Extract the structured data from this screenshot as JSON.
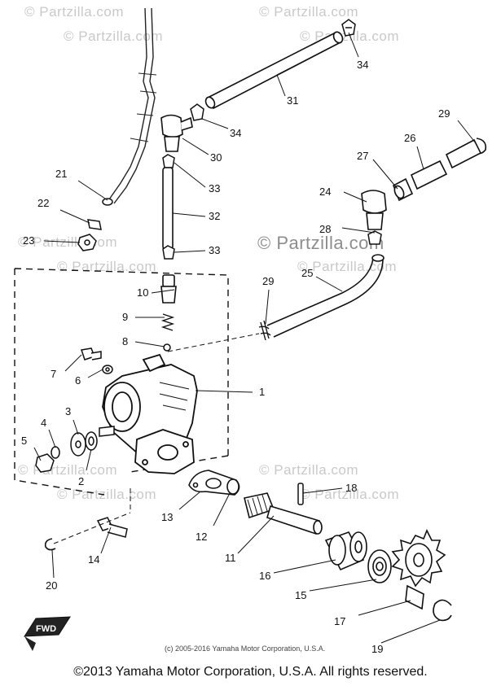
{
  "watermarks": {
    "text": "© Partzilla.com",
    "center": "© Partzilla.com"
  },
  "callouts": {
    "p1": "1",
    "p2": "2",
    "p3": "3",
    "p4": "4",
    "p5": "5",
    "p6": "6",
    "p7": "7",
    "p8": "8",
    "p9": "9",
    "p10": "10",
    "p11": "11",
    "p12": "12",
    "p13": "13",
    "p14": "14",
    "p15": "15",
    "p16": "16",
    "p17": "17",
    "p18": "18",
    "p19": "19",
    "p20": "20",
    "p21": "21",
    "p22": "22",
    "p23": "23",
    "p24": "24",
    "p25": "25",
    "p26": "26",
    "p27": "27",
    "p28": "28",
    "p29a": "29",
    "p29b": "29",
    "p30": "30",
    "p31": "31",
    "p32": "32",
    "p33a": "33",
    "p33b": "33",
    "p34a": "34",
    "p34b": "34"
  },
  "fwd_label": "FWD",
  "mini_copyright": "(c) 2005-2016 Yamaha Motor Corporation, U.S.A.",
  "copyright": "©2013 Yamaha Motor Corporation, U.S.A. All rights reserved."
}
